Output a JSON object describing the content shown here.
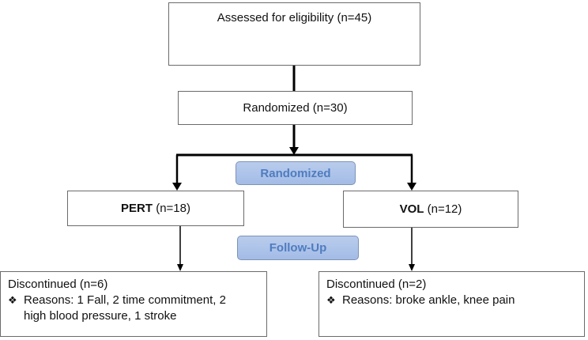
{
  "eligibility": {
    "text": "Assessed for eligibility (n=45)"
  },
  "randomized_box": {
    "text": "Randomized (n=30)"
  },
  "labels": {
    "randomized": "Randomized",
    "follow_up": "Follow-Up"
  },
  "pert": {
    "name": "PERT",
    "count": "(n=18)"
  },
  "vol": {
    "name": "VOL",
    "count": "(n=12)"
  },
  "pert_discontinued": {
    "title": "Discontinued (n=6)",
    "bullet_icon": "diamond-bullet-icon",
    "reasons_line1": "Reasons: 1 Fall, 2 time commitment, 2",
    "reasons_line2": "high blood pressure, 1 stroke"
  },
  "vol_discontinued": {
    "title": "Discontinued (n=2)",
    "bullet_icon": "diamond-bullet-icon",
    "reasons": "Reasons: broke ankle, knee pain"
  },
  "colors": {
    "line": "#000000",
    "box_border": "#6b6b6b",
    "pill_fill": "#a3bce6",
    "pill_text": "#4f7cc0"
  }
}
